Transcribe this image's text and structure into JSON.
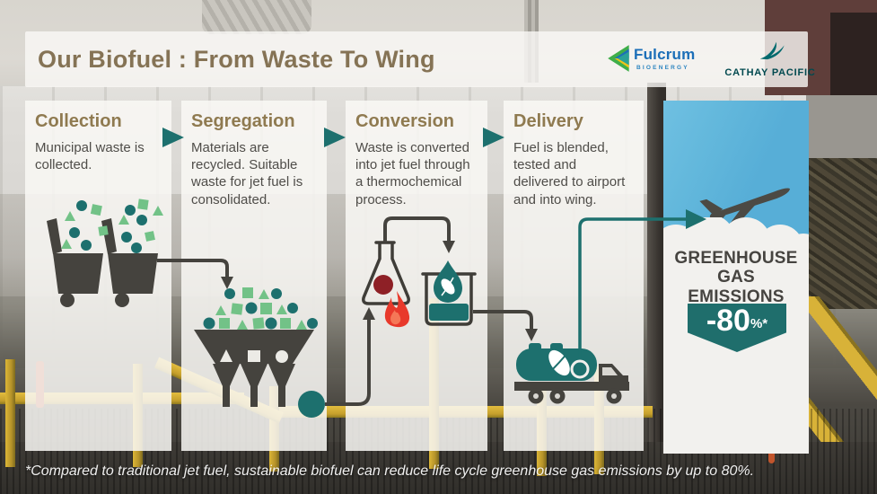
{
  "title": "Our Biofuel : From Waste To Wing",
  "logos": {
    "fulcrum_name": "Fulcrum",
    "fulcrum_sub": "BIOENERGY",
    "cathay_name": "CATHAY PACIFIC"
  },
  "steps": [
    {
      "title": "Collection",
      "description": "Municipal waste is collected.",
      "icon": "trash-bins-icon"
    },
    {
      "title": "Segregation",
      "description": "Materials are recycled. Suitable waste for jet fuel is consolidated.",
      "icon": "sorting-hopper-icon"
    },
    {
      "title": "Conversion",
      "description": "Waste is converted into jet fuel through a thermochemical process.",
      "icon": "flask-and-beaker-icon"
    },
    {
      "title": "Delivery",
      "description": "Fuel is blended, tested and delivered to airport and into wing.",
      "icon": "fuel-truck-icon"
    }
  ],
  "result": {
    "heading_line1": "GREENHOUSE",
    "heading_line2": "GAS",
    "heading_line3": "EMISSIONS",
    "badge_value": "-80",
    "badge_unit": "%*",
    "icon": "airplane-icon"
  },
  "footnote": "*Compared to traditional jet fuel, sustainable biofuel can reduce life cycle greenhouse gas emissions by up to 80%.",
  "colors": {
    "accent_teal": "#1d706e",
    "accent_green": "#72c287",
    "heading_brown": "#8f7a50",
    "sky_blue": "#57aed7",
    "flame_red": "#e8392b",
    "dark_icon": "#45433e"
  }
}
